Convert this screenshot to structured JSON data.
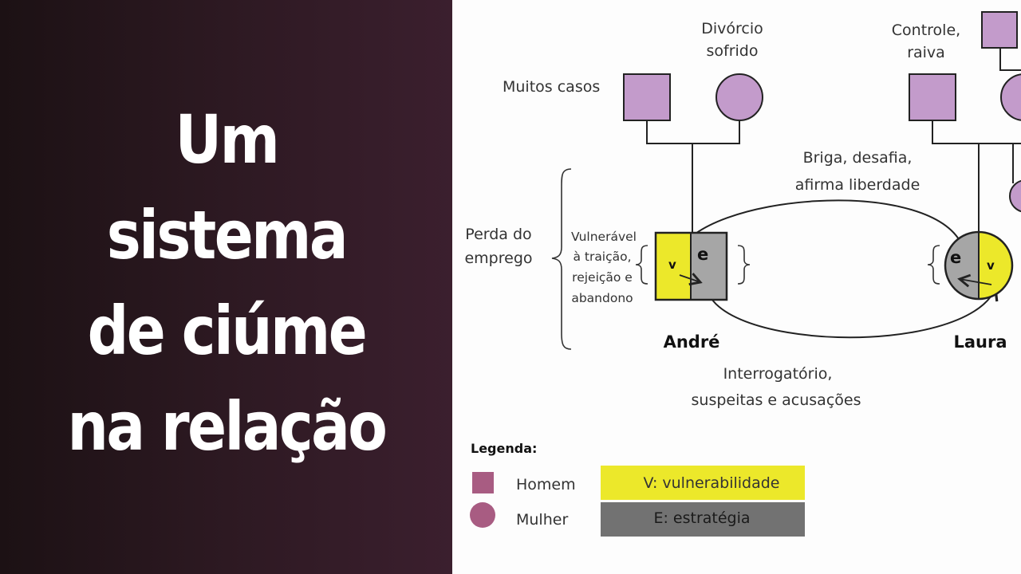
{
  "title": "Um sistema de ciúme na relação",
  "title_lines": [
    "Um",
    "sistema",
    "de ciúme",
    "na relação"
  ],
  "diagram": {
    "labels": {
      "muitos_casos": "Muitos casos",
      "divorcio_1": "Divórcio",
      "divorcio_2": "sofrido",
      "controle_1": "Controle,",
      "controle_2": "raiva",
      "briga_1": "Briga, desafia,",
      "briga_2": "afirma liberdade",
      "perda_1": "Perda do",
      "perda_2": "emprego",
      "vuln_1": "Vulnerável",
      "vuln_2": "à traição,",
      "vuln_3": "rejeição e",
      "vuln_4": "abandono",
      "interrog_1": "Interrogatório,",
      "interrog_2": "suspeitas e acusações",
      "andre": "André",
      "laura": "Laura",
      "v": "v",
      "e": "e"
    },
    "legend": {
      "title": "Legenda:",
      "homem": "Homem",
      "mulher": "Mulher",
      "v": "V: vulnerabilidade",
      "e": "E: estratégia"
    },
    "colors": {
      "person": "#c39bcb",
      "legend_symbol": "#a85c82",
      "vulnerability": "#ece82a",
      "strategy": "#a6a6a6",
      "legend_strategy": "#727272"
    }
  }
}
